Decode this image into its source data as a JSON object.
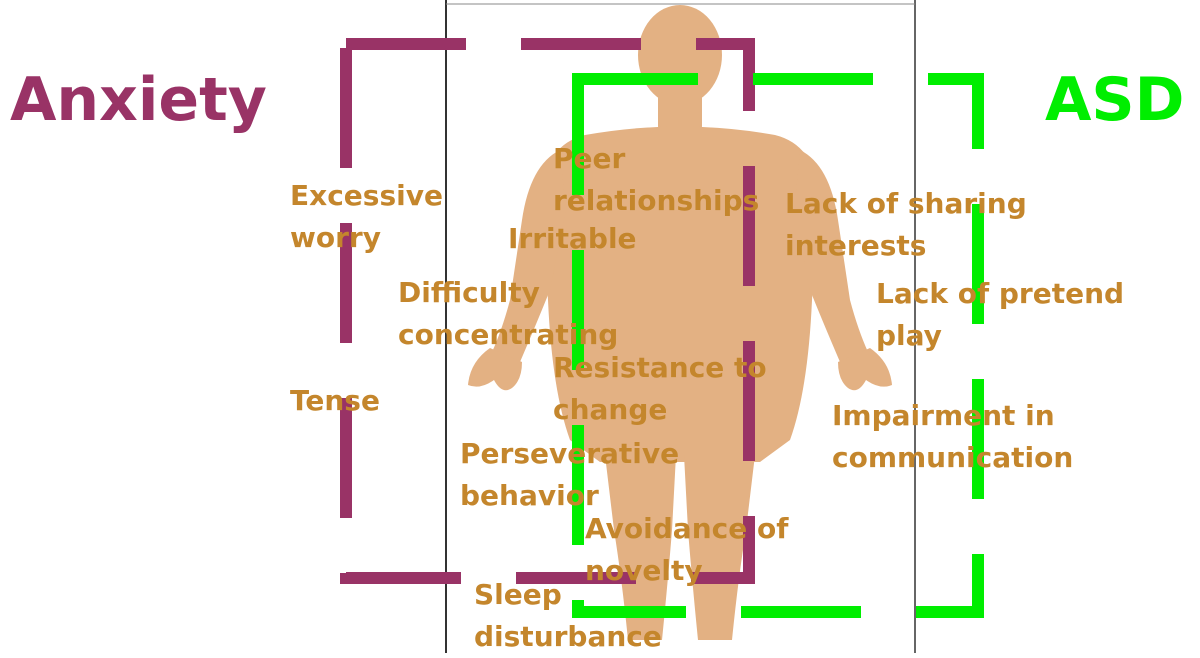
{
  "colors": {
    "anxiety": "#993366",
    "asd": "#00ee00",
    "symptom_text": "#c4862c",
    "body_figure": "#e3b183"
  },
  "headings": {
    "anxiety": "Anxiety",
    "asd": "ASD"
  },
  "symptoms": {
    "peer_relationships": "Peer\nrelationships",
    "excessive_worry": "Excessive\nworry",
    "irritable": "Irritable",
    "lack_sharing_interests": "Lack of sharing\ninterests",
    "difficulty_concentrating": "Difficulty\nconcentrating",
    "lack_pretend_play": "Lack of pretend\nplay",
    "resistance_to_change": "Resistance to\nchange",
    "tense": "Tense",
    "impairment_communication": "Impairment in\ncommunication",
    "perseverative_behavior": "Perseverative\nbehavior",
    "avoidance_novelty": "Avoidance of\nnovelty",
    "sleep_disturbance": "Sleep\ndisturbance"
  }
}
